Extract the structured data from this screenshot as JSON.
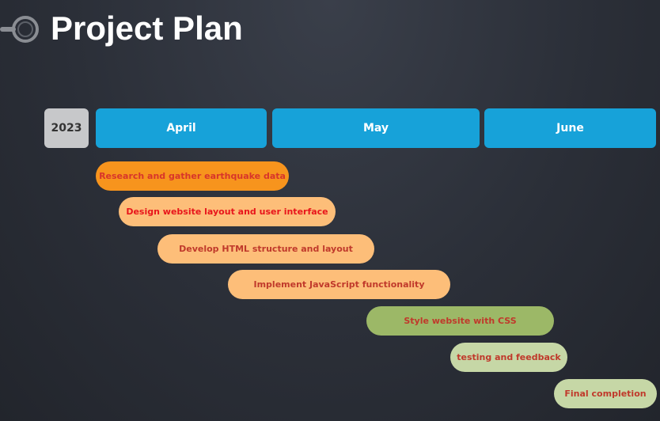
{
  "header": {
    "title": "Project Plan"
  },
  "timeline": {
    "year": "2023",
    "months": [
      "April",
      "May",
      "June"
    ]
  },
  "tasks": [
    {
      "label": "Research and gather earthquake data",
      "color": "#f7941d",
      "text_color": "#d8352a"
    },
    {
      "label": "Design website layout and user interface",
      "color": "#fdbe79",
      "text_color": "#e8151b"
    },
    {
      "label": "Develop HTML structure and layout",
      "color": "#fdbe79",
      "text_color": "#c0392b"
    },
    {
      "label": "Implement JavaScript functionality",
      "color": "#fdbe79",
      "text_color": "#c0392b"
    },
    {
      "label": "Style website with CSS",
      "color": "#9cb867",
      "text_color": "#c0392b"
    },
    {
      "label": "testing and feedback",
      "color": "#c6d7a6",
      "text_color": "#c0392b"
    },
    {
      "label": "Final completion",
      "color": "#c6d7a6",
      "text_color": "#c0392b"
    }
  ],
  "colors": {
    "month_header": "#17a2d9",
    "year_box": "#c7c8ca",
    "background": "#2b2f38"
  }
}
